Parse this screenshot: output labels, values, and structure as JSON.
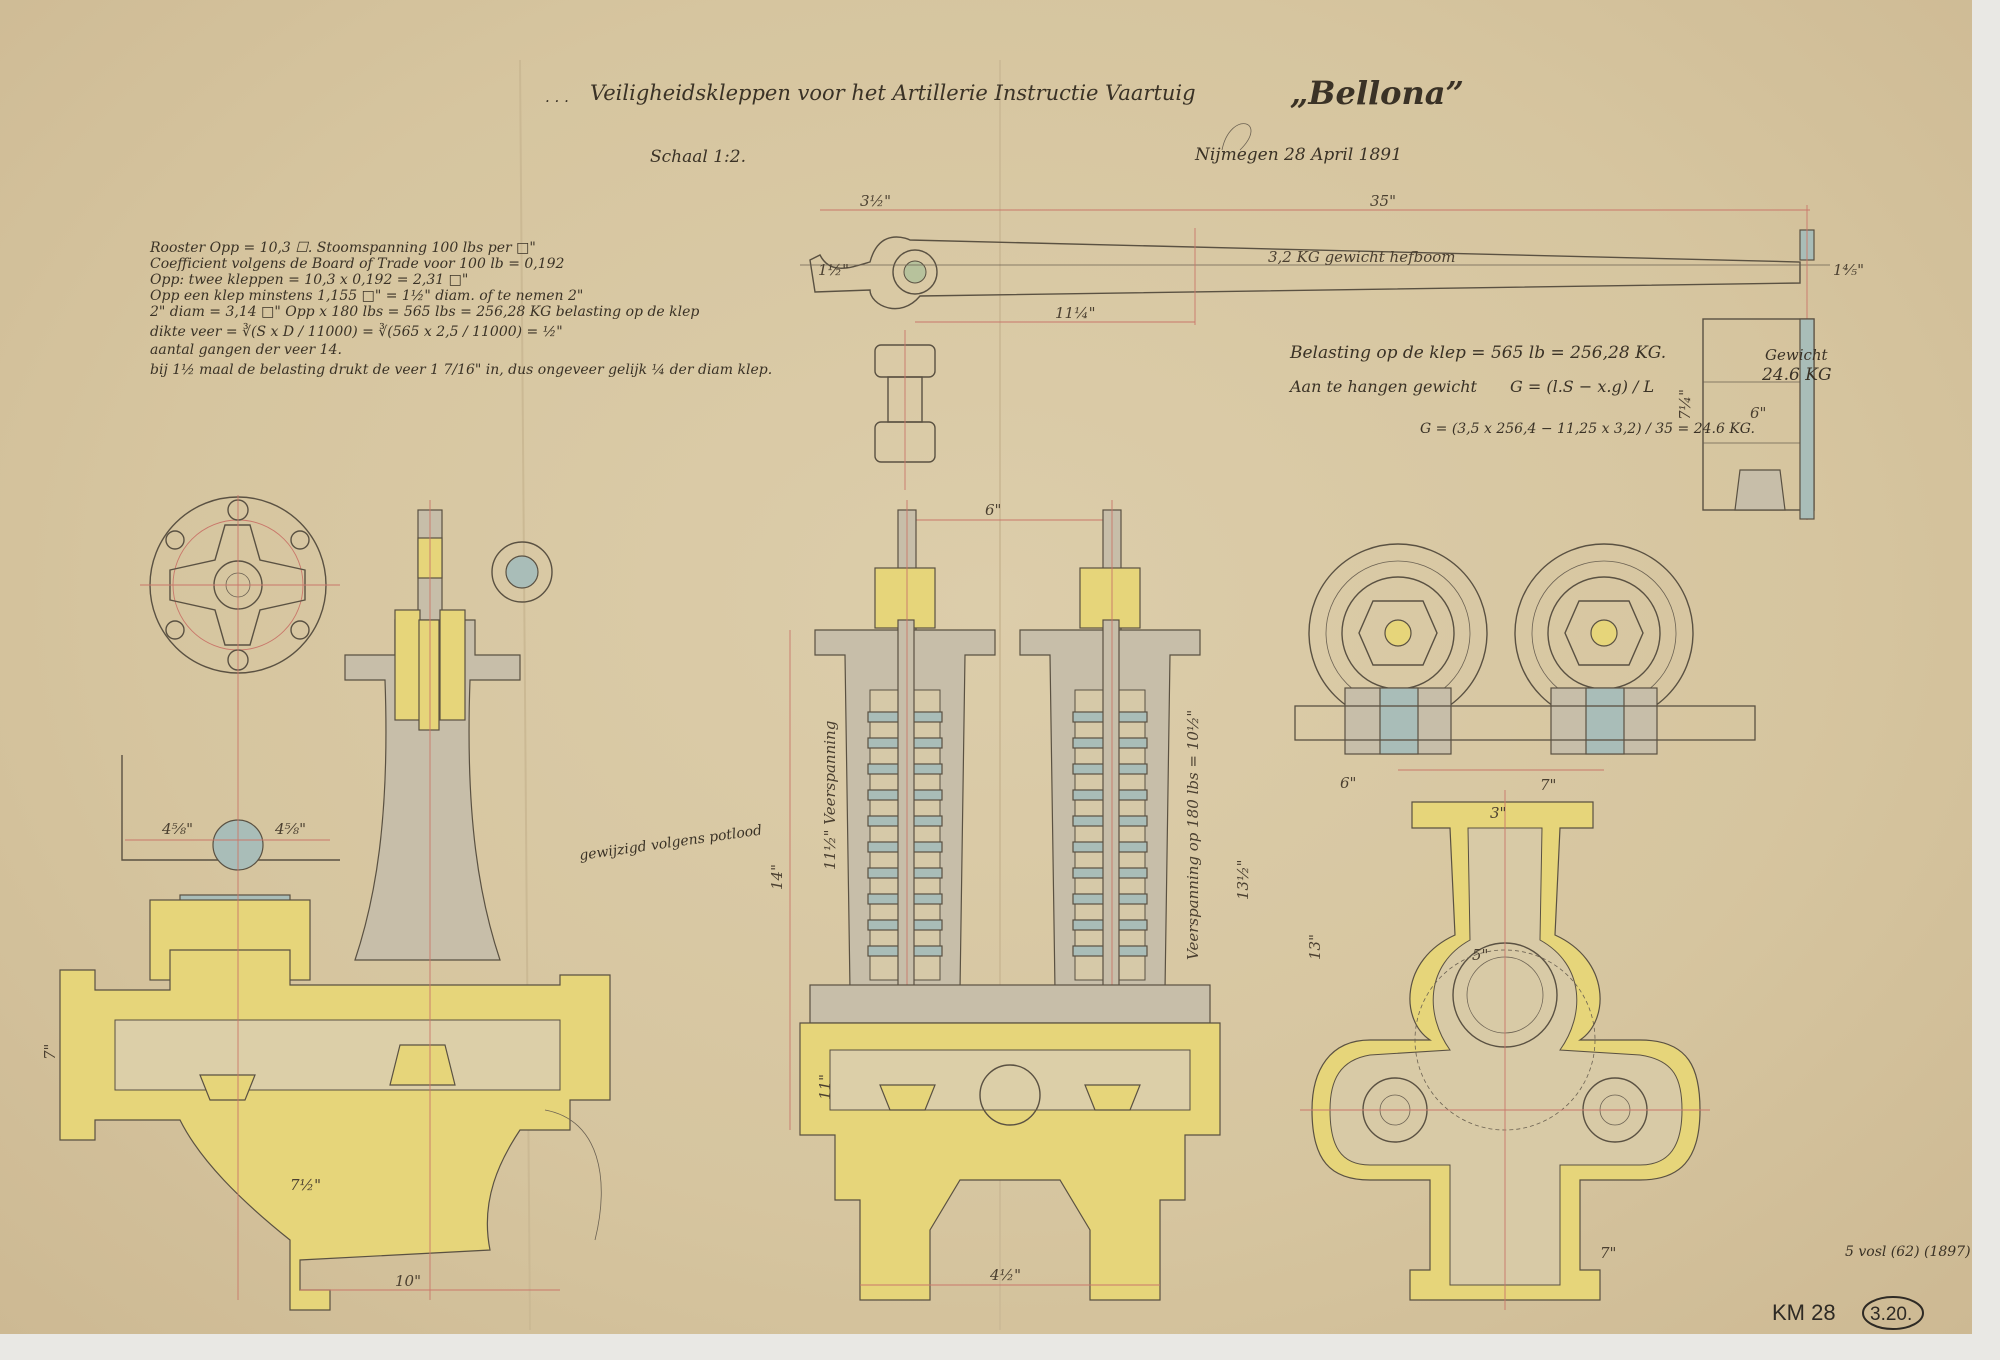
{
  "title": {
    "text": "Veiligheidskleppen voor het Artillerie Instructie Vaartuig",
    "ship_name": "„Bellona”"
  },
  "scale": "Schaal 1:2.",
  "date_signature": "Nijmegen 28 April 1891",
  "notes": [
    "Rooster Opp = 10,3 ☐.   Stoomspanning 100 lbs per □\"",
    "Coefficient volgens de Board of Trade voor 100 lb = 0,192",
    "Opp: twee kleppen = 10,3 x 0,192 = 2,31 □\"",
    "Opp een klep minstens 1,155 □\" = 1½\" diam. of te nemen 2\"",
    "2\" diam = 3,14 □\" Opp x 180 lbs = 565 lbs = 256,28 KG belasting op de klep",
    "dikte veer = ∛(S x D / 11000) = ∛(565 x 2,5 / 11000) = ½\"",
    "aantal gangen der veer 14.",
    "bij 1½ maal de belasting drukt de veer 1 7/16\" in, dus ongeveer gelijk ¼ der diam klep."
  ],
  "calc": {
    "line1": "Belasting op de klep = 565 lb = 256,28 KG.",
    "line2_label": "Aan te hangen gewicht",
    "line2_formula": "G = (l.S − x.g) / L",
    "line3": "G = (3,5 x 256,4 − 11,25 x 3,2) / 35 = 24.6 KG."
  },
  "lever": {
    "dim_left": "3½\"",
    "dim_total": "35\"",
    "dim_cg": "11¼\"",
    "label": "3,2 KG gewicht hefboom",
    "dim_height": "1½\"",
    "dim_end": "1⅘\""
  },
  "weight": {
    "label": "Gewicht",
    "value": "24.6 KG",
    "dim_width": "6\"",
    "dim_height": "7¼\""
  },
  "pencil_note": "gewijzigd volgens potlood",
  "dims": {
    "left_handle_l": "4⅝\"",
    "left_handle_r": "4⅝\"",
    "left_base": "10\"",
    "left_body": "7½\"",
    "left_flange": "7\"",
    "center_width": "6\"",
    "center_height": "14\"",
    "center_lower": "11\"",
    "center_base": "4½\"",
    "center_right": "13½\"",
    "right_top": "6\"",
    "right_flange": "7\"",
    "right_inner": "3\"",
    "right_bore": "5\"",
    "right_height": "13\"",
    "right_base": "7\"",
    "spring_left": "11½\" Veerspanning",
    "spring_right": "Veerspanning op 180 lbs = 10½\""
  },
  "archive": {
    "pencil_ref": "5 vosl (62) (1897)",
    "catalog": "KM 28",
    "number": "3.20."
  },
  "colors": {
    "paper": "#d8c8a2",
    "brass_yellow": "#e6d57a",
    "cast_iron_grey": "#c7bea9",
    "steel_blue": "#a9bdb8",
    "centerline_red": "#c9776a",
    "ink": "#3a3226"
  }
}
